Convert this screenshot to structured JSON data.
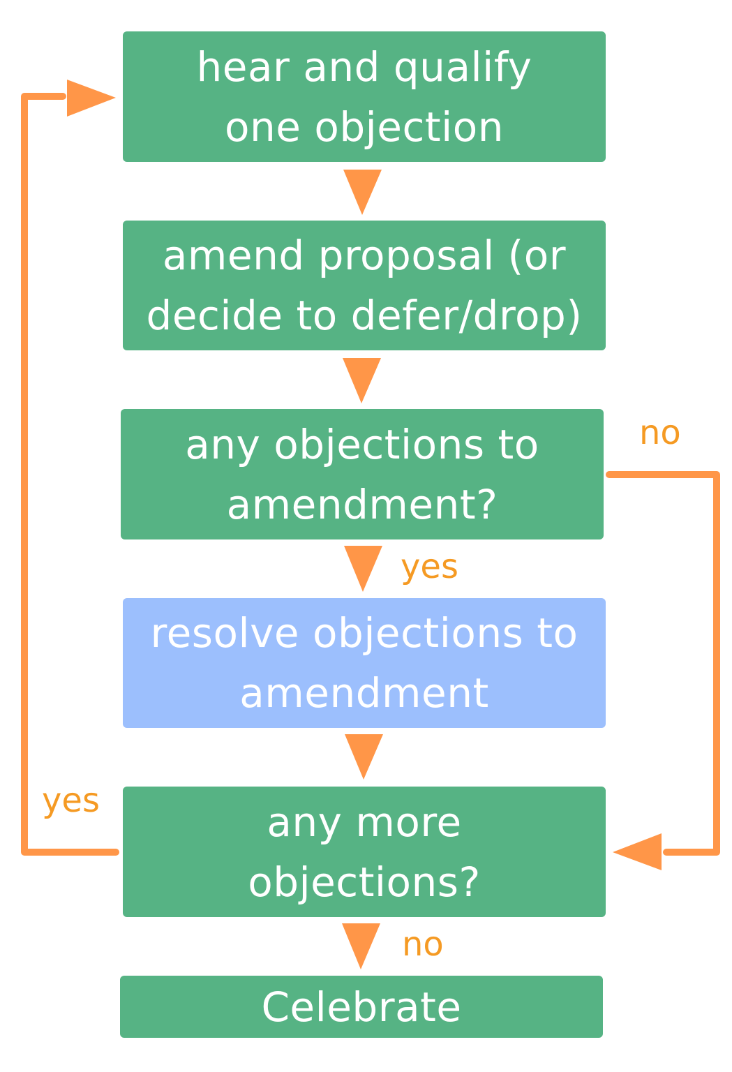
{
  "colors": {
    "step": "#56b384",
    "subprocess": "#9cbffd",
    "text": "#ffffff",
    "arrow": "#ff9648",
    "label": "#f59a23"
  },
  "steps": {
    "hear": {
      "line1": "hear and qualify",
      "line2": "one objection"
    },
    "amend": {
      "line1": "amend proposal (or",
      "line2": "decide to defer/drop)"
    },
    "any_objections": {
      "line1": "any objections to",
      "line2": "amendment?"
    },
    "resolve": {
      "line1": "resolve objections to",
      "line2": "amendment"
    },
    "any_more": {
      "line1": "any more",
      "line2": "objections?"
    },
    "celebrate": {
      "line1": "Celebrate"
    }
  },
  "labels": {
    "no_right": "no",
    "yes_down": "yes",
    "yes_loop": "yes",
    "no_down": "no"
  }
}
